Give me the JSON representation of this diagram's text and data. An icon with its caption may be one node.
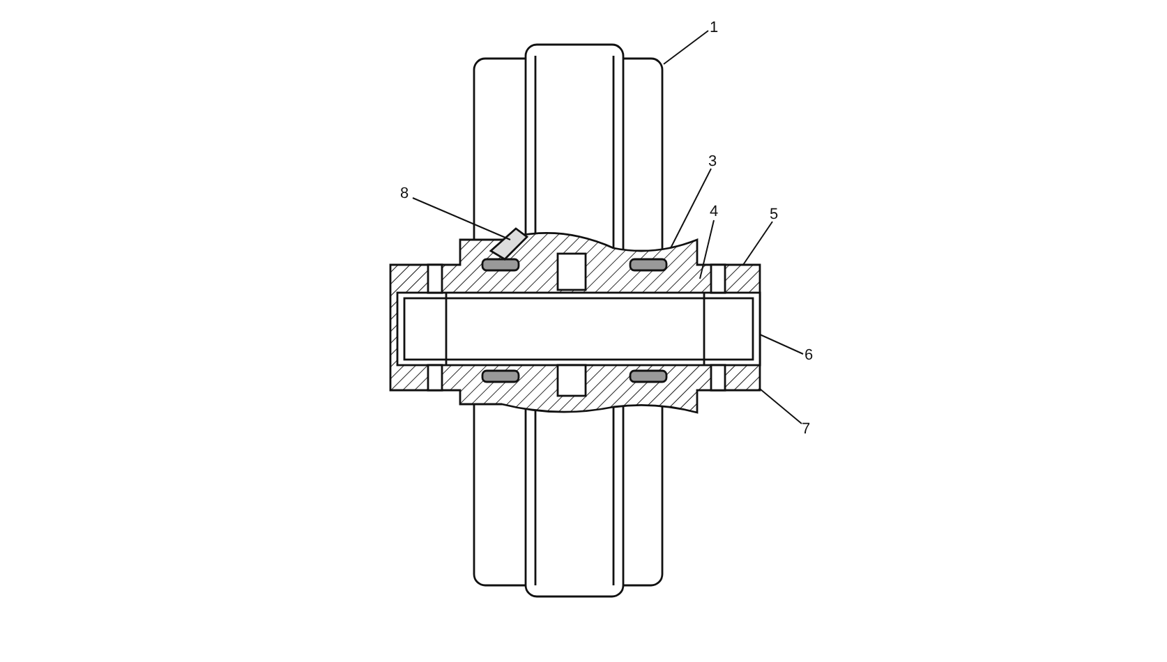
{
  "diagram": {
    "nodes": [
      {
        "text": [
          "1"
        ]
      },
      {
        "text": [
          "3"
        ]
      },
      {
        "text": [
          "8"
        ]
      },
      {
        "text": [
          "4"
        ]
      },
      {
        "text": [
          "5"
        ]
      },
      {
        "text": [
          "6"
        ]
      },
      {
        "text": [
          "7"
        ]
      }
    ],
    "edges": [
      {
        "from": 0,
        "to": null,
        "arrow": "none"
      },
      {
        "from": 1,
        "to": null,
        "arrow": "none"
      },
      {
        "from": 2,
        "to": null,
        "arrow": "none"
      },
      {
        "from": 3,
        "to": null,
        "arrow": "none"
      },
      {
        "from": 4,
        "to": null,
        "arrow": "none"
      },
      {
        "from": 5,
        "to": null,
        "arrow": "none"
      },
      {
        "from": 6,
        "to": null,
        "arrow": "none"
      }
    ]
  }
}
